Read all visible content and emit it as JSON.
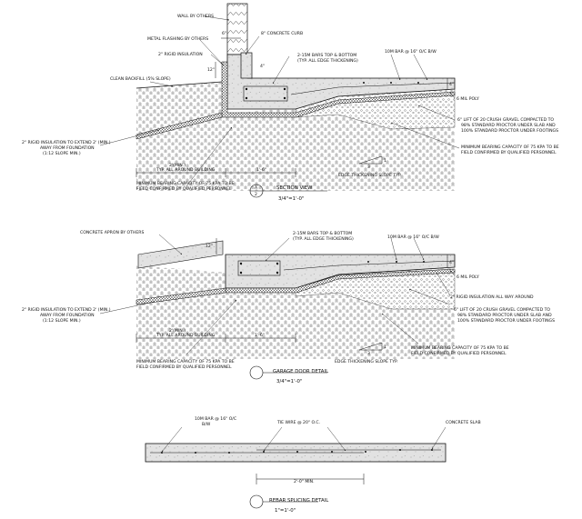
{
  "section_view": {
    "notes": {
      "wall": "WALL BY OTHERS",
      "flashing": "METAL FLASHING BY OTHERS",
      "curb": "8\" CONCRETE CURB",
      "rigid_top": "2\" RIGID INSULATION",
      "bars": "2-15M BARS TOP & BOTTOM",
      "bars_sub": "(TYP. ALL EDGE THICKENING)",
      "rebar": "10M BAR @ 16\" O/C B/W",
      "backfill": "CLEAN BACKFILL (5% SLOPE)",
      "rigid_ext_1": "2\" RIGID INSULATION TO EXTEND 2' (MIN.)",
      "rigid_ext_2": "AWAY FROM FOUNDATION",
      "rigid_ext_3": "(1:12 SLOPE MIN.)",
      "poly": "6 MIL POLY",
      "gravel_1": "6\" LIFT OF 20 CRUSH GRAVEL COMPACTED TO",
      "gravel_2": "98% STANDARD PROCTOR UNDER SLAB AND",
      "gravel_3": "100% STANDARD PROCTOR UNDER FOOTINGS",
      "bearing_r1": "MINIMUM BEARING CAPACITY OF 75 KPA TO BE",
      "bearing_r2": "FIELD CONFIRMED BY QUALIFIED PERSONNEL",
      "bearing_l1": "MINIMUM BEARING CAPACITY OF 75 KPA TO BE",
      "bearing_l2": "FIELD CONFIRMED BY QUALIFIED PERSONNEL",
      "slope": "EDGE THICKENING SLOPE TYP."
    },
    "dims": {
      "d6": "6\"",
      "d4a": "4\"",
      "d4b": "4\"",
      "d12": "12\"",
      "d2min": "2'(MIN.)",
      "d2typ": "TYP. ALL AROUND BUILDING",
      "d16": "1'-6\"",
      "slope_run": "3",
      "slope_rise": "1"
    },
    "title": "SECTION VIEW",
    "scale": "3/4\"=1'-0\"",
    "marker_top": "A",
    "marker_bottom": "2"
  },
  "garage": {
    "notes": {
      "apron": "CONCRETE APRON BY OTHERS",
      "bars": "2-15M BARS TOP & BOTTOM",
      "bars_sub": "(TYP. ALL EDGE THICKENING)",
      "rebar": "10M BAR @ 16\" O/C B/W",
      "poly": "6 MIL POLY",
      "rigid_around": "2\" RIGID INSULATION ALL WAY AROUND",
      "rigid_ext_1": "2\" RIGID INSULATION TO EXTEND 2' (MIN.)",
      "rigid_ext_2": "AWAY FROM FOUNDATION",
      "rigid_ext_3": "(1:12 SLOPE MIN.)",
      "gravel_1": "6\" LIFT OF 20 CRUSH GRAVEL COMPACTED TO",
      "gravel_2": "98% STANDARD PROCTOR UNDER SLAB AND",
      "gravel_3": "100% STANDARD PROCTOR UNDER FOOTINGS",
      "bearing_r1": "MINIMUM BEARING CAPACITY OF 75 KPA TO BE",
      "bearing_r2": "FIELD CONFIRMED BY QUALIFIED PERSONNEL",
      "bearing_l1": "MINIMUM BEARING CAPACITY OF 75 KPA TO BE",
      "bearing_l2": "FIELD CONFIRMED BY QUALIFIED PERSONNEL",
      "slope": "EDGE THICKENING SLOPE TYP."
    },
    "dims": {
      "d12": "12\"",
      "d4": "4\"",
      "d2min": "2'(MIN.)",
      "d2typ": "TYP. ALL AROUND BUILDING",
      "d16": "1'-6\"",
      "slope_run": "3",
      "slope_rise": "1"
    },
    "title": "GARAGE DOOR DETAIL",
    "scale": "3/4\"=1'-0\""
  },
  "rebar_splice": {
    "notes": {
      "bar_1": "10M BAR @ 16\" O/C",
      "bar_2": "B/W",
      "tie": "TIE WIRE @ 20\" O.C.",
      "slab": "CONCRETE SLAB"
    },
    "dims": {
      "lap": "2'-0\" MIN."
    },
    "title": "REBAR SPLICING DETAIL",
    "scale": "1\"=1'-0\""
  }
}
